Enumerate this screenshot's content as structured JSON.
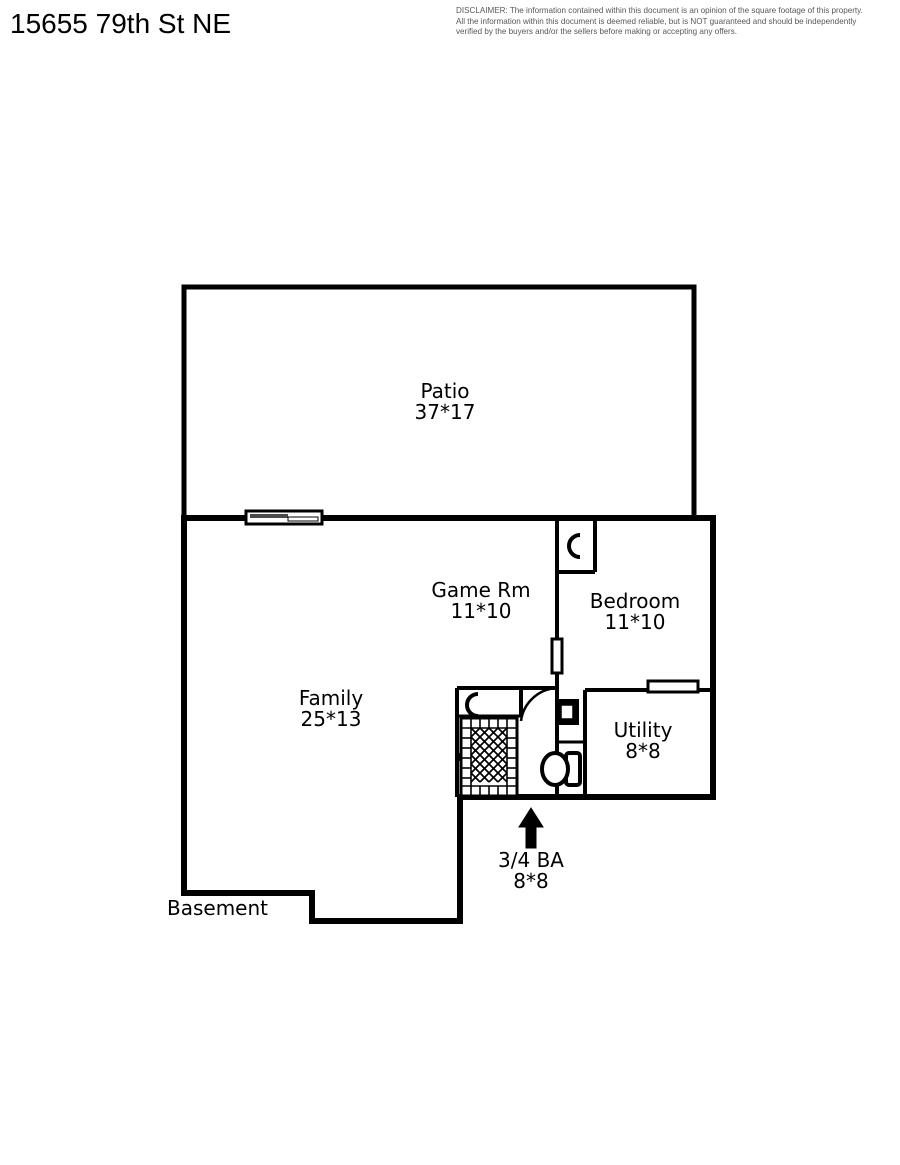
{
  "header": {
    "title": "15655 79th St NE",
    "disclaimer_lines": [
      "DISCLAIMER: The information contained within this document is an opinion of the square footage of this property.",
      "All the information within this document is deemed reliable, but is NOT guaranteed and should be independently",
      "verified by the buyers and/or the sellers before making or accepting any offers."
    ]
  },
  "floorplan": {
    "level_label": "Basement",
    "stroke_color": "#000000",
    "fill_color": "#ffffff",
    "rooms": [
      {
        "id": "patio",
        "name": "Patio",
        "dimensions": "37*17"
      },
      {
        "id": "gameroom",
        "name": "Game Rm",
        "dimensions": "11*10"
      },
      {
        "id": "bedroom",
        "name": "Bedroom",
        "dimensions": "11*10"
      },
      {
        "id": "family",
        "name": "Family",
        "dimensions": "25*13"
      },
      {
        "id": "utility",
        "name": "Utility",
        "dimensions": "8*8"
      },
      {
        "id": "bath",
        "name": "3/4 BA",
        "dimensions": "8*8"
      }
    ],
    "fixtures": [
      {
        "id": "bedroom-closet-sink",
        "icon": "basin-icon"
      },
      {
        "id": "bath-vanity-sink",
        "icon": "basin-icon"
      },
      {
        "id": "bath-shower",
        "icon": "tiled-shower-icon"
      },
      {
        "id": "bath-toilet",
        "icon": "toilet-icon"
      },
      {
        "id": "utility-heater",
        "icon": "water-heater-icon"
      },
      {
        "id": "bath-entry-arrow",
        "icon": "up-arrow-icon"
      },
      {
        "id": "patio-slider-door",
        "icon": "sliding-door-icon"
      },
      {
        "id": "bedroom-window",
        "icon": "window-icon"
      },
      {
        "id": "bedroom-door",
        "icon": "door-opening-icon"
      },
      {
        "id": "bath-door-swing",
        "icon": "door-swing-icon"
      }
    ]
  }
}
